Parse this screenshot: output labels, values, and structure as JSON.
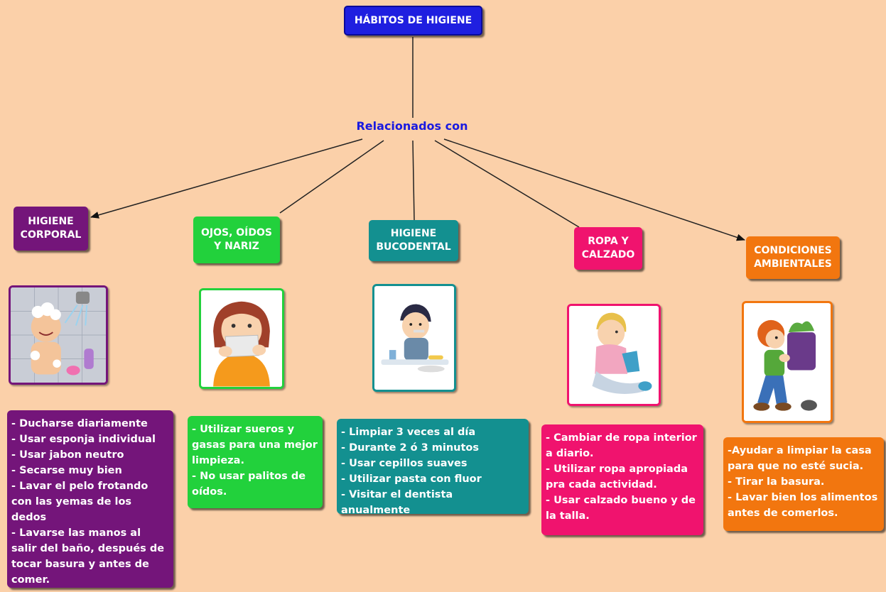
{
  "root": {
    "label": "HÁBITOS DE HIGIENE"
  },
  "link_label": "Relacionados con",
  "colors": {
    "background": "#FBD0A9",
    "root": "#1F1FE0",
    "corporal": "#74157A",
    "ojos": "#22D13C",
    "bucodental": "#139090",
    "ropa": "#F0136E",
    "condiciones": "#F2760F"
  },
  "categories": [
    {
      "label": "HIGIENE\nCORPORAL",
      "illustration": "child-showering-image",
      "details": [
        "- Ducharse diariamente",
        "- Usar esponja individual",
        "- Usar jabon neutro",
        "- Secarse muy bien",
        "- Lavar el pelo frotando con las yemas de los dedos",
        "- Lavarse las manos al salir del baño, después de tocar basura y antes de comer."
      ]
    },
    {
      "label": "OJOS, OÍDOS\nY NARIZ",
      "illustration": "child-blowing-nose-image",
      "details": [
        "- Utilizar sueros y gasas para una mejor limpieza.",
        "- No usar palitos de oídos."
      ]
    },
    {
      "label": "HIGIENE\nBUCODENTAL",
      "illustration": "child-brushing-teeth-image",
      "details": [
        "- Limpiar 3 veces al día",
        "- Durante 2 ó 3 minutos",
        "- Usar cepillos suaves",
        "- Utilizar pasta con fluor",
        "- Visitar el dentista anualmente"
      ]
    },
    {
      "label": "ROPA Y\nCALZADO",
      "illustration": "child-putting-on-sock-image",
      "details": [
        "- Cambiar de ropa interior a diario.",
        "- Utilizar ropa apropiada pra cada actividad.",
        "- Usar calzado bueno y de la talla."
      ]
    },
    {
      "label": "CONDICIONES\nAMBIENTALES",
      "illustration": "child-carrying-trash-bin-image",
      "details": [
        "-Ayudar a limpiar la casa para que no esté sucia.",
        "- Tirar la basura.",
        "- Lavar bien los alimentos antes de comerlos."
      ]
    }
  ]
}
